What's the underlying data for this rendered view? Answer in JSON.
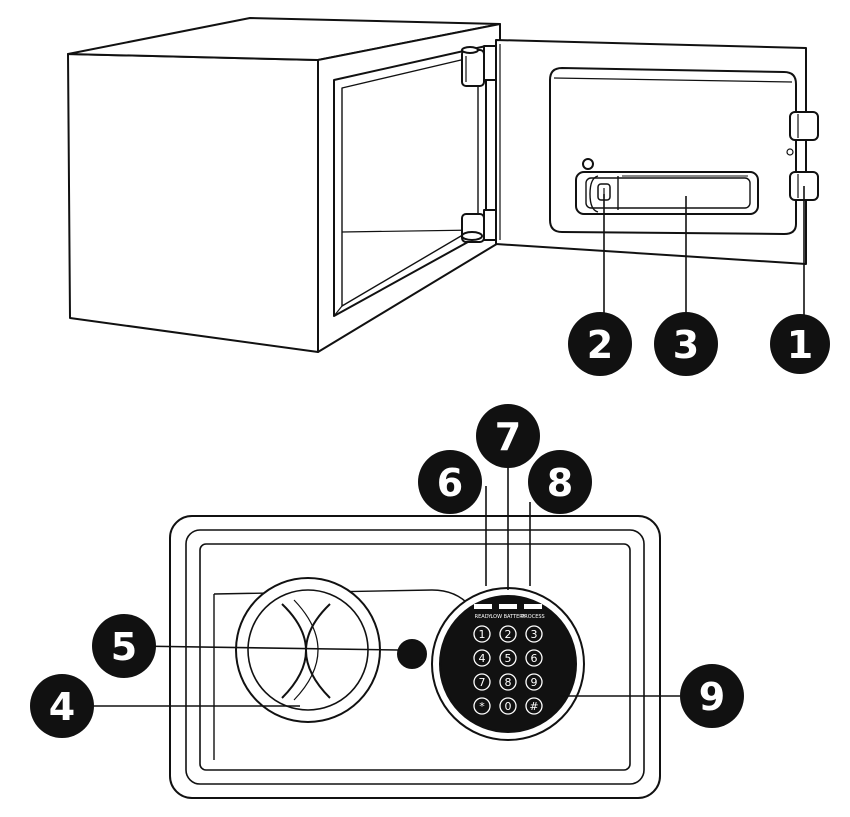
{
  "callouts": {
    "c1": "1",
    "c2": "2",
    "c3": "3",
    "c4": "4",
    "c5": "5",
    "c6": "6",
    "c7": "7",
    "c8": "8",
    "c9": "9"
  },
  "keypad": {
    "indicators": [
      "READY",
      "LOW BATTERY",
      "PROCESS"
    ],
    "keys": [
      "1",
      "2",
      "3",
      "4",
      "5",
      "6",
      "7",
      "8",
      "9",
      "*",
      "0",
      "#"
    ]
  },
  "colors": {
    "ink": "#111111",
    "callout_fill": "#111111",
    "background": "#ffffff"
  }
}
